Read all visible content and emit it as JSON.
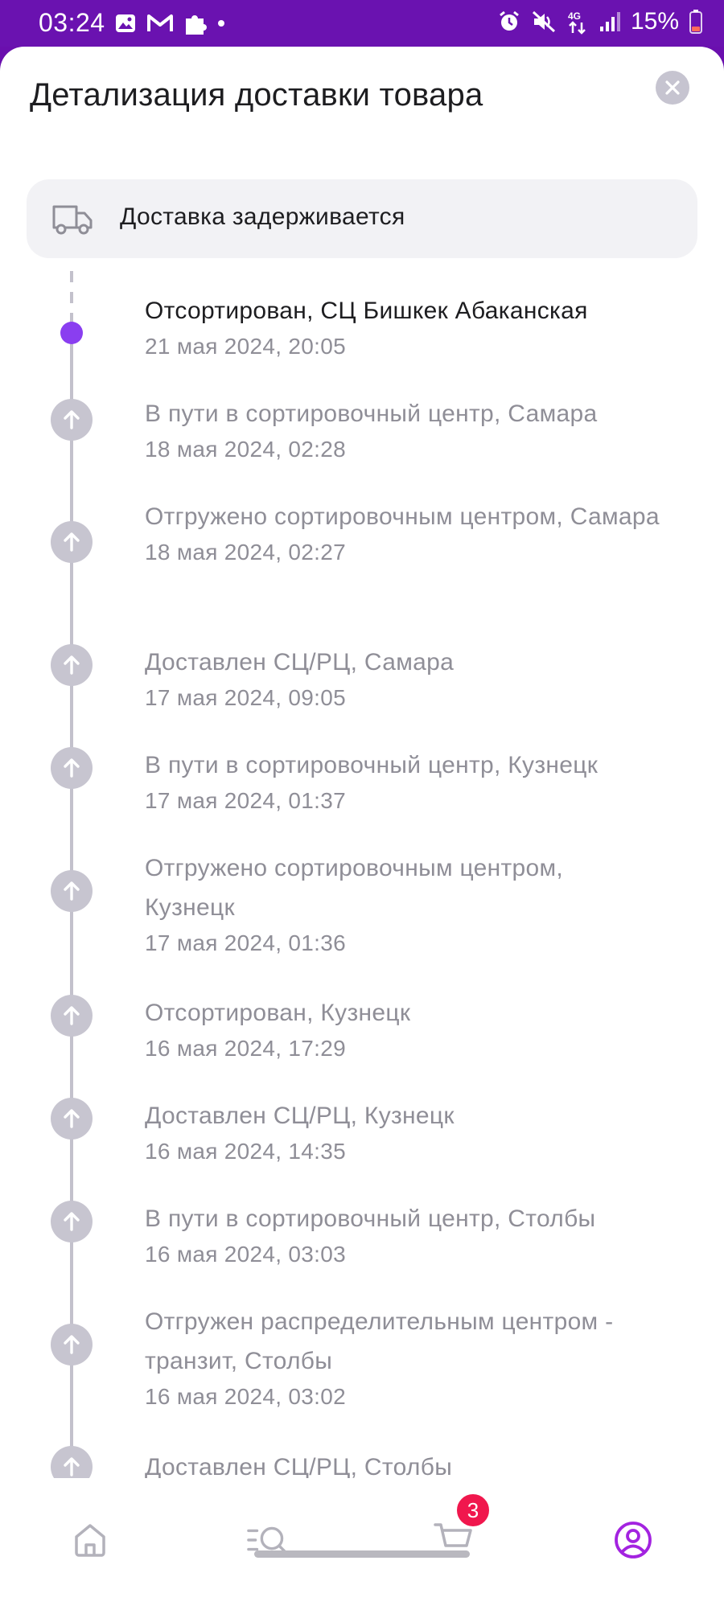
{
  "status_bar": {
    "time": "03:24",
    "network": "4G",
    "battery": "15%"
  },
  "sheet": {
    "title": "Детализация доставки товара",
    "close_icon": "close-icon"
  },
  "banner": {
    "icon": "truck-icon",
    "text": "Доставка задерживается"
  },
  "timeline": [
    {
      "status": "Отсортирован, СЦ Бишкек Абаканская",
      "date": "21 мая 2024, 20:05",
      "current": true
    },
    {
      "status": "В пути в сортировочный центр, Самара",
      "date": "18 мая 2024, 02:28"
    },
    {
      "status": "Отгружено сортировочным центром, Самара",
      "date": "18 мая 2024, 02:27"
    },
    {
      "status": "Доставлен СЦ/РЦ, Самара",
      "date": "17 мая 2024, 09:05"
    },
    {
      "status": "В пути в сортировочный центр, Кузнецк",
      "date": "17 мая 2024, 01:37"
    },
    {
      "status": "Отгружено сортировочным центром, Кузнецк",
      "date": "17 мая 2024, 01:36"
    },
    {
      "status": "Отсортирован, Кузнецк",
      "date": "16 мая 2024, 17:29"
    },
    {
      "status": "Доставлен СЦ/РЦ, Кузнецк",
      "date": "16 мая 2024, 14:35"
    },
    {
      "status": "В пути в сортировочный центр, Столбы",
      "date": "16 мая 2024, 03:03"
    },
    {
      "status": "Отгружен распределительным центром - транзит, Столбы",
      "date": "16 мая 2024, 03:02"
    },
    {
      "status": "Доставлен СЦ/РЦ, Столбы",
      "date": ""
    }
  ],
  "bottom_nav": {
    "items": [
      {
        "icon": "home-icon"
      },
      {
        "icon": "catalog-search-icon"
      },
      {
        "icon": "cart-icon",
        "badge": "3"
      },
      {
        "icon": "profile-icon",
        "active": true
      }
    ]
  },
  "colors": {
    "status_bar": "#6a12b0",
    "accent": "#8a3ef0",
    "node": "#c7c5d0",
    "muted_text": "#8f8e97",
    "badge": "#f0174d"
  }
}
